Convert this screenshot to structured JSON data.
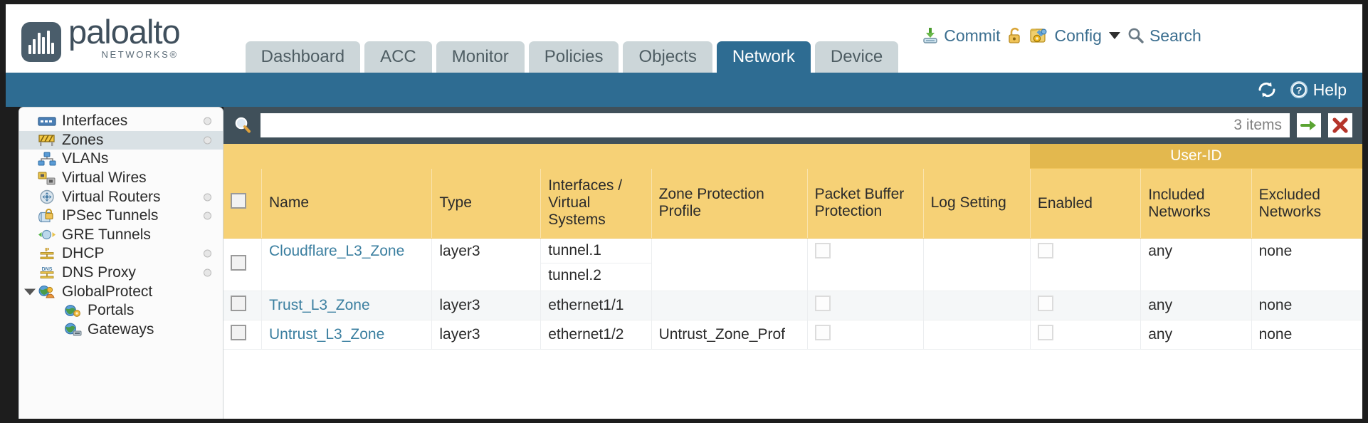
{
  "brand": {
    "name": "paloalto",
    "tagline": "NETWORKS",
    "registered": "®"
  },
  "nav": {
    "tabs": [
      {
        "label": "Dashboard",
        "active": false
      },
      {
        "label": "ACC",
        "active": false
      },
      {
        "label": "Monitor",
        "active": false
      },
      {
        "label": "Policies",
        "active": false
      },
      {
        "label": "Objects",
        "active": false
      },
      {
        "label": "Network",
        "active": true
      },
      {
        "label": "Device",
        "active": false
      }
    ]
  },
  "tools": {
    "commit": "Commit",
    "lock_icon": "lock-icon",
    "config": "Config",
    "search": "Search",
    "refresh_icon": "refresh-icon",
    "help": "Help"
  },
  "sidebar": {
    "items": [
      {
        "label": "Interfaces",
        "icon": "interfaces-icon",
        "selected": false,
        "dot": true,
        "child": false,
        "expander": false
      },
      {
        "label": "Zones",
        "icon": "zones-icon",
        "selected": true,
        "dot": true,
        "child": false,
        "expander": false
      },
      {
        "label": "VLANs",
        "icon": "vlans-icon",
        "selected": false,
        "dot": false,
        "child": false,
        "expander": false
      },
      {
        "label": "Virtual Wires",
        "icon": "virtual-wires-icon",
        "selected": false,
        "dot": false,
        "child": false,
        "expander": false
      },
      {
        "label": "Virtual Routers",
        "icon": "virtual-routers-icon",
        "selected": false,
        "dot": true,
        "child": false,
        "expander": false
      },
      {
        "label": "IPSec Tunnels",
        "icon": "ipsec-tunnels-icon",
        "selected": false,
        "dot": true,
        "child": false,
        "expander": false
      },
      {
        "label": "GRE Tunnels",
        "icon": "gre-tunnels-icon",
        "selected": false,
        "dot": false,
        "child": false,
        "expander": false
      },
      {
        "label": "DHCP",
        "icon": "dhcp-icon",
        "selected": false,
        "dot": true,
        "child": false,
        "expander": false
      },
      {
        "label": "DNS Proxy",
        "icon": "dns-proxy-icon",
        "selected": false,
        "dot": true,
        "child": false,
        "expander": false
      },
      {
        "label": "GlobalProtect",
        "icon": "globalprotect-icon",
        "selected": false,
        "dot": false,
        "child": false,
        "expander": true
      },
      {
        "label": "Portals",
        "icon": "portals-icon",
        "selected": false,
        "dot": false,
        "child": true,
        "expander": false
      },
      {
        "label": "Gateways",
        "icon": "gateways-icon",
        "selected": false,
        "dot": false,
        "child": true,
        "expander": false
      }
    ]
  },
  "search": {
    "value": "",
    "placeholder": "",
    "items_count": "3 items",
    "go_icon": "green-arrow-icon",
    "clear_icon": "red-x-icon"
  },
  "table": {
    "group_header": {
      "label": "User-ID",
      "span": 3
    },
    "columns": [
      "Name",
      "Type",
      "Interfaces / Virtual Systems",
      "Zone Protection Profile",
      "Packet Buffer Protection",
      "Log Setting",
      "Enabled",
      "Included Networks",
      "Excluded Networks"
    ],
    "rows": [
      {
        "selected": false,
        "name": "Cloudflare_L3_Zone",
        "type": "layer3",
        "interfaces": [
          "tunnel.1",
          "tunnel.2"
        ],
        "zone_protection_profile": "",
        "packet_buffer_protection": false,
        "log_setting": "",
        "userid_enabled": false,
        "included_networks": "any",
        "excluded_networks": "none"
      },
      {
        "selected": false,
        "name": "Trust_L3_Zone",
        "type": "layer3",
        "interfaces": [
          "ethernet1/1"
        ],
        "zone_protection_profile": "",
        "packet_buffer_protection": false,
        "log_setting": "",
        "userid_enabled": false,
        "included_networks": "any",
        "excluded_networks": "none"
      },
      {
        "selected": false,
        "name": "Untrust_L3_Zone",
        "type": "layer3",
        "interfaces": [
          "ethernet1/2"
        ],
        "zone_protection_profile": "Untrust_Zone_Prof",
        "packet_buffer_protection": false,
        "log_setting": "",
        "userid_enabled": false,
        "included_networks": "any",
        "excluded_networks": "none"
      }
    ]
  },
  "colors": {
    "brand_blue": "#2e6c92",
    "tab_inactive": "#ccd6d9",
    "header_gold": "#f6d176",
    "group_gold": "#e3b84e",
    "searchbar_slate": "#40505a",
    "link_blue": "#3b7fa0"
  }
}
